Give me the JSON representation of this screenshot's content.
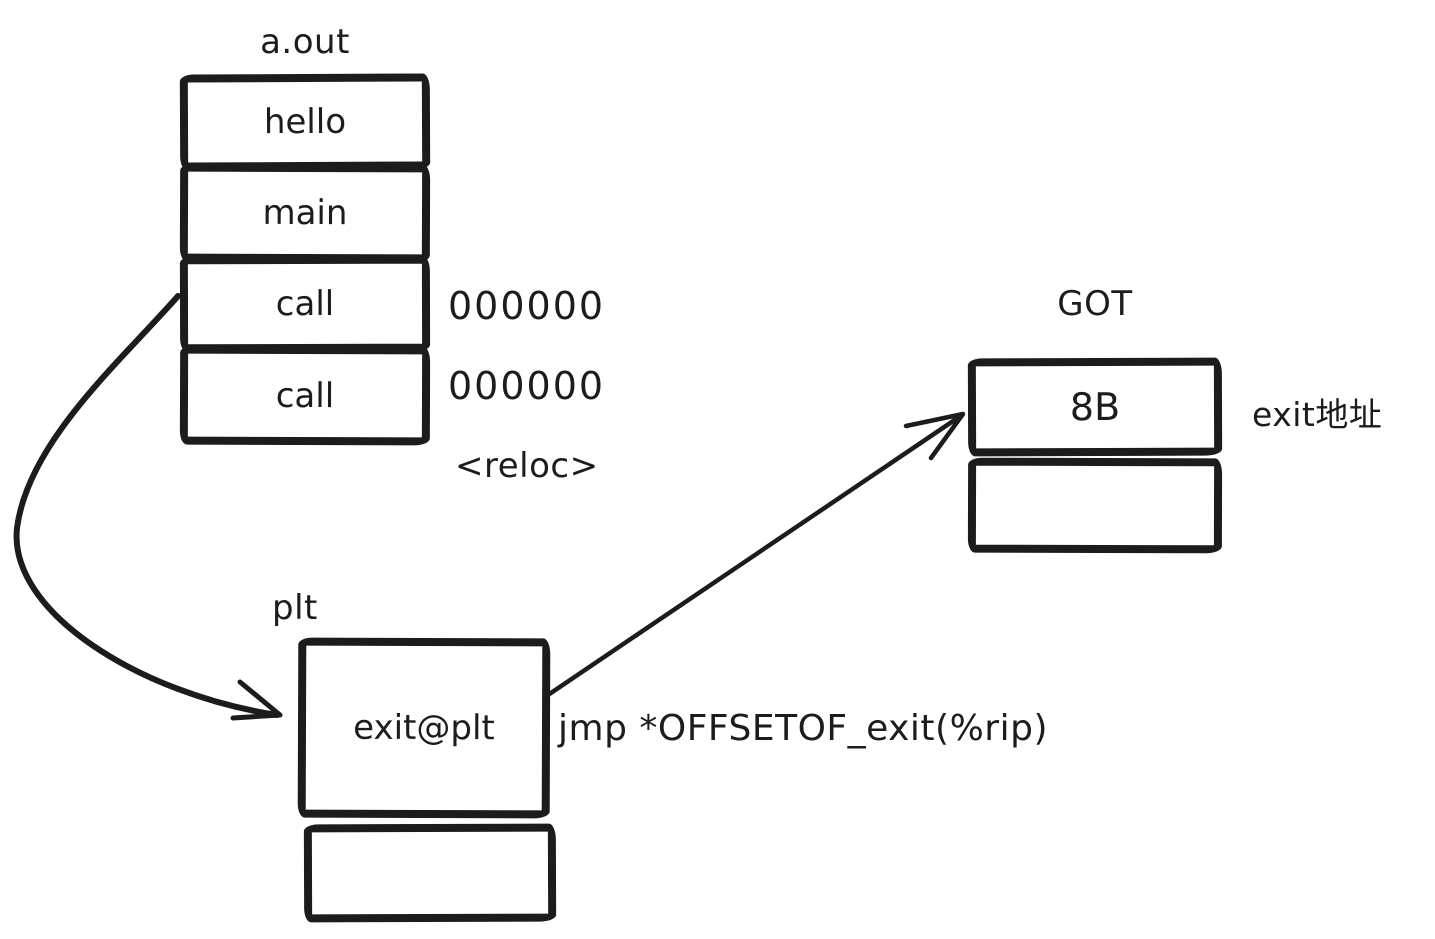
{
  "colors": {
    "ink": "#1c1c1c",
    "background": "#ffffff"
  },
  "aout": {
    "title": "a.out",
    "rows": [
      "hello",
      "main",
      "call",
      "call"
    ],
    "call1_operand": "000000",
    "call2_operand": "000000",
    "reloc_label": "<reloc>"
  },
  "plt": {
    "title": "plt",
    "rows": [
      "exit@plt",
      ""
    ],
    "jmp_instruction": "jmp *OFFSETOF_exit(%rip)"
  },
  "got": {
    "title": "GOT",
    "rows": [
      "8B",
      ""
    ],
    "address_label": "exit地址"
  },
  "arrows": [
    {
      "name": "call-to-plt",
      "from": "a.out call row",
      "to": "plt exit@plt box"
    },
    {
      "name": "plt-to-got",
      "from": "plt exit@plt box",
      "to": "GOT 8B box"
    }
  ]
}
